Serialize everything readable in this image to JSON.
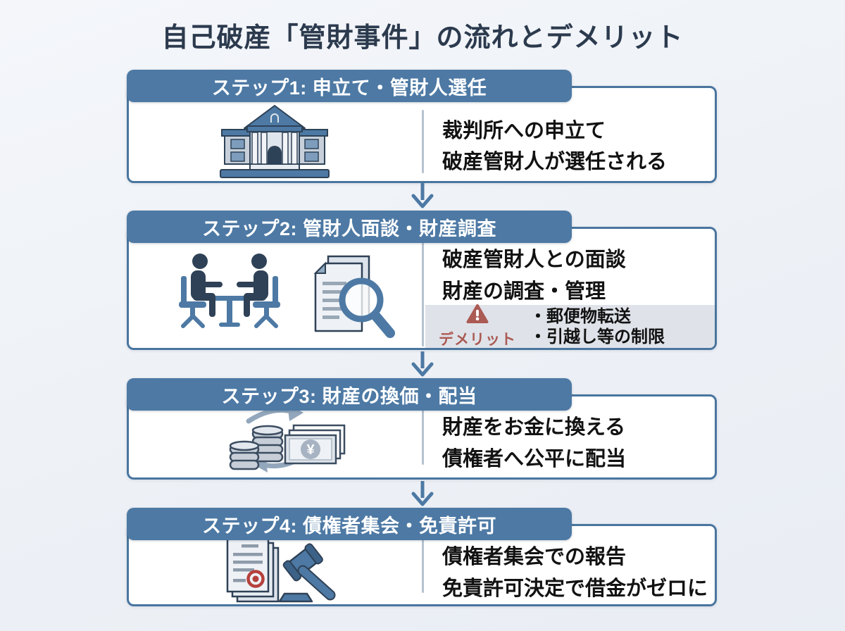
{
  "title": "自己破産「管財事件」の流れとデメリット",
  "palette": {
    "background": "#eef1f6",
    "step_blue": "#4d79a4",
    "border_blue": "#49759f",
    "title_navy": "#2c3a4e",
    "body_text": "#121212",
    "divider_gray": "#b6c2cf",
    "demerit_bg": "#dfe3e9",
    "demerit_red": "#ab5a54",
    "icon_dark": "#2f4156"
  },
  "steps": [
    {
      "header": "ステップ1: 申立て・管財人選任",
      "icons": [
        "courthouse-icon"
      ],
      "lines": [
        "裁判所への申立て",
        "破産管財人が選任される"
      ]
    },
    {
      "header": "ステップ2: 管財人面談・財産調査",
      "icons": [
        "meeting-icon",
        "document-search-icon"
      ],
      "lines": [
        "破産管財人との面談",
        "財産の調査・管理"
      ],
      "demerit": {
        "icon": "warning-icon",
        "label": "デメリット",
        "items": [
          "・郵便物転送",
          "・引越し等の制限"
        ]
      }
    },
    {
      "header": "ステップ3: 財産の換価・配当",
      "icons": [
        "money-exchange-icon"
      ],
      "lines": [
        "財産をお金に換える",
        "債権者へ公平に配当"
      ]
    },
    {
      "header": "ステップ4: 債権者集会・免責許可",
      "icons": [
        "documents-gavel-icon"
      ],
      "lines": [
        "債権者集会での報告",
        "免責許可決定で借金がゼロに"
      ]
    }
  ],
  "connector": "arrow-down-icon",
  "currency_symbol": "¥"
}
